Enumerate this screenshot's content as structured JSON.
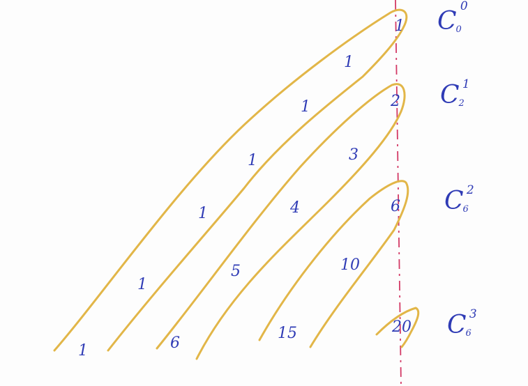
{
  "diagram": {
    "colors": {
      "ink": "#2f3bb5",
      "loop": "#e2b648",
      "axis": "#d33a66",
      "background": "#fdfdfd"
    },
    "numbers": [
      {
        "id": "n-1-a",
        "text": "1"
      },
      {
        "id": "n-1-b",
        "text": "1"
      },
      {
        "id": "n-1-c",
        "text": "1"
      },
      {
        "id": "n-1-d",
        "text": "1"
      },
      {
        "id": "n-1-e",
        "text": "1"
      },
      {
        "id": "n-1-f",
        "text": "1"
      },
      {
        "id": "n-1-g",
        "text": "1"
      },
      {
        "id": "n-2",
        "text": "2"
      },
      {
        "id": "n-3",
        "text": "3"
      },
      {
        "id": "n-4",
        "text": "4"
      },
      {
        "id": "n-5",
        "text": "5"
      },
      {
        "id": "n-6-a",
        "text": "6"
      },
      {
        "id": "n-6-b",
        "text": "6"
      },
      {
        "id": "n-10",
        "text": "10"
      },
      {
        "id": "n-15",
        "text": "15"
      },
      {
        "id": "n-20",
        "text": "20"
      }
    ],
    "combinations": [
      {
        "base": "C",
        "sub": "0",
        "sup": "0"
      },
      {
        "base": "C",
        "sub": "2",
        "sup": "1"
      },
      {
        "base": "C",
        "sub": "6",
        "sup": "2"
      },
      {
        "base": "C",
        "sub": "6",
        "sup": "3"
      }
    ]
  }
}
